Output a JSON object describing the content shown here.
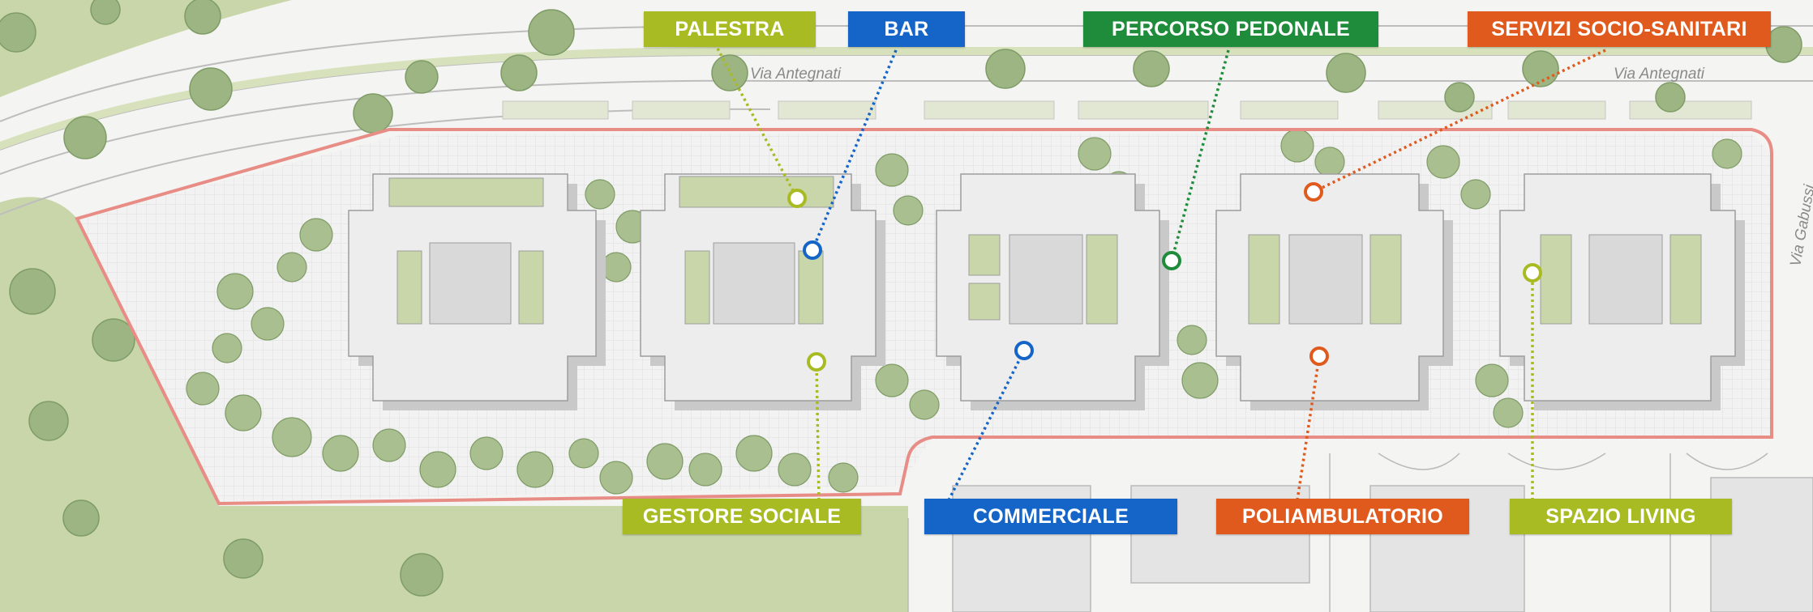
{
  "colors": {
    "lime": "#a9bb22",
    "blue": "#1565c8",
    "green": "#1e8c3a",
    "orange": "#e05a1e",
    "boundary": "#e88c86",
    "tree": "#9cb583",
    "lawn": "#c8d6a9",
    "building": "#ededed",
    "building_shadow": "#c9c9c9"
  },
  "streets": {
    "north_left": "Via Antegnati",
    "north_right": "Via Antegnati",
    "east": "Via Gabussi"
  },
  "labels": {
    "palestra": "PALESTRA",
    "bar": "BAR",
    "percorso_pedonale": "PERCORSO PEDONALE",
    "servizi_socio_sanitari": "SERVIZI SOCIO-SANITARI",
    "gestore_sociale": "GESTORE SOCIALE",
    "commerciale": "COMMERCIALE",
    "poliambulatorio": "POLIAMBULATORIO",
    "spazio_living": "SPAZIO LIVING"
  },
  "callouts": [
    {
      "id": "palestra",
      "color": "lime"
    },
    {
      "id": "bar",
      "color": "blue"
    },
    {
      "id": "percorso_pedonale",
      "color": "green"
    },
    {
      "id": "servizi_socio_sanitari",
      "color": "orange"
    },
    {
      "id": "gestore_sociale",
      "color": "lime"
    },
    {
      "id": "commerciale",
      "color": "blue"
    },
    {
      "id": "poliambulatorio",
      "color": "orange"
    },
    {
      "id": "spazio_living",
      "color": "lime"
    }
  ]
}
